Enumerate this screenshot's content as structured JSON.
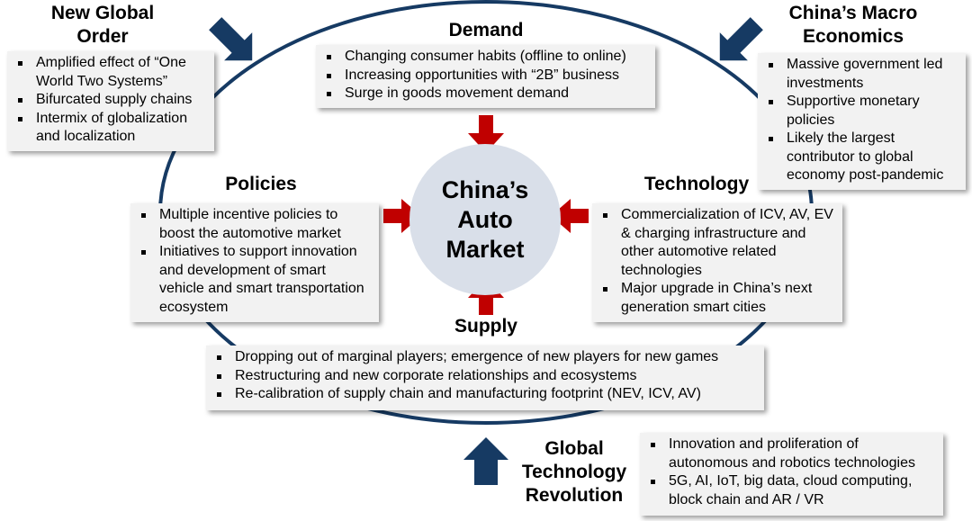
{
  "colors": {
    "ellipse": "#163a63",
    "navy_arrow": "#163a63",
    "red_arrow": "#c00000",
    "center_fill": "#d9dfe9",
    "box_fill": "#f2f2f2"
  },
  "titles": {
    "new_global_order": "New Global Order",
    "macro_economics": "China’s Macro Economics",
    "demand": "Demand",
    "policies": "Policies",
    "technology": "Technology",
    "supply": "Supply",
    "global_tech": "Global Technology Revolution"
  },
  "center": {
    "line1": "China’s",
    "line2": "Auto",
    "line3": "Market"
  },
  "boxes": {
    "new_global_order": [
      "Amplified effect of “One World Two Systems”",
      "Bifurcated supply chains",
      "Intermix of globalization and localization"
    ],
    "demand": [
      "Changing consumer habits (offline to online)",
      "Increasing opportunities with “2B” business",
      "Surge in goods movement demand"
    ],
    "macro_economics": [
      "Massive government led investments",
      "Supportive monetary policies",
      "Likely the largest contributor to global economy post-pandemic"
    ],
    "policies": [
      "Multiple incentive policies to boost the automotive market",
      "Initiatives to support innovation and development of smart vehicle and smart transportation ecosystem"
    ],
    "technology": [
      "Commercialization of ICV, AV, EV & charging infrastructure and other automotive related technologies",
      "Major upgrade in China’s next generation smart cities"
    ],
    "supply": [
      "Dropping out of marginal players; emergence of new players for new games",
      "Restructuring and new corporate relationships and ecosystems",
      "Re-calibration of supply chain and manufacturing footprint (NEV, ICV, AV)"
    ],
    "global_tech": [
      "Innovation and proliferation of autonomous and robotics technologies",
      "5G, AI, IoT, big data, cloud computing, block chain and AR / VR"
    ]
  }
}
